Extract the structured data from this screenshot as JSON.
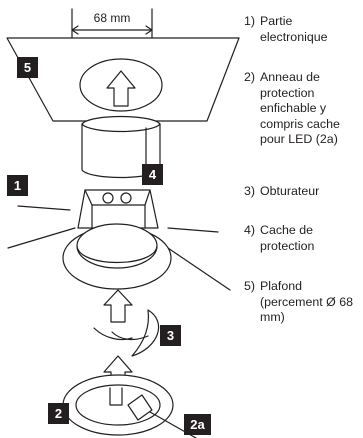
{
  "dimension": "68 mm",
  "callouts": [
    "5",
    "4",
    "1",
    "3",
    "2",
    "2a"
  ],
  "legend": [
    {
      "number": "1)",
      "text": "Partie electronique"
    },
    {
      "number": "2)",
      "text": "Anneau de protection enfichable y compris cache pour LED (2a)"
    },
    {
      "number": "3)",
      "text": "Obturateur"
    },
    {
      "number": "4)",
      "text": "Cache de protection"
    },
    {
      "number": "5)",
      "text": "Plafond (percement Ø 68 mm)"
    }
  ]
}
